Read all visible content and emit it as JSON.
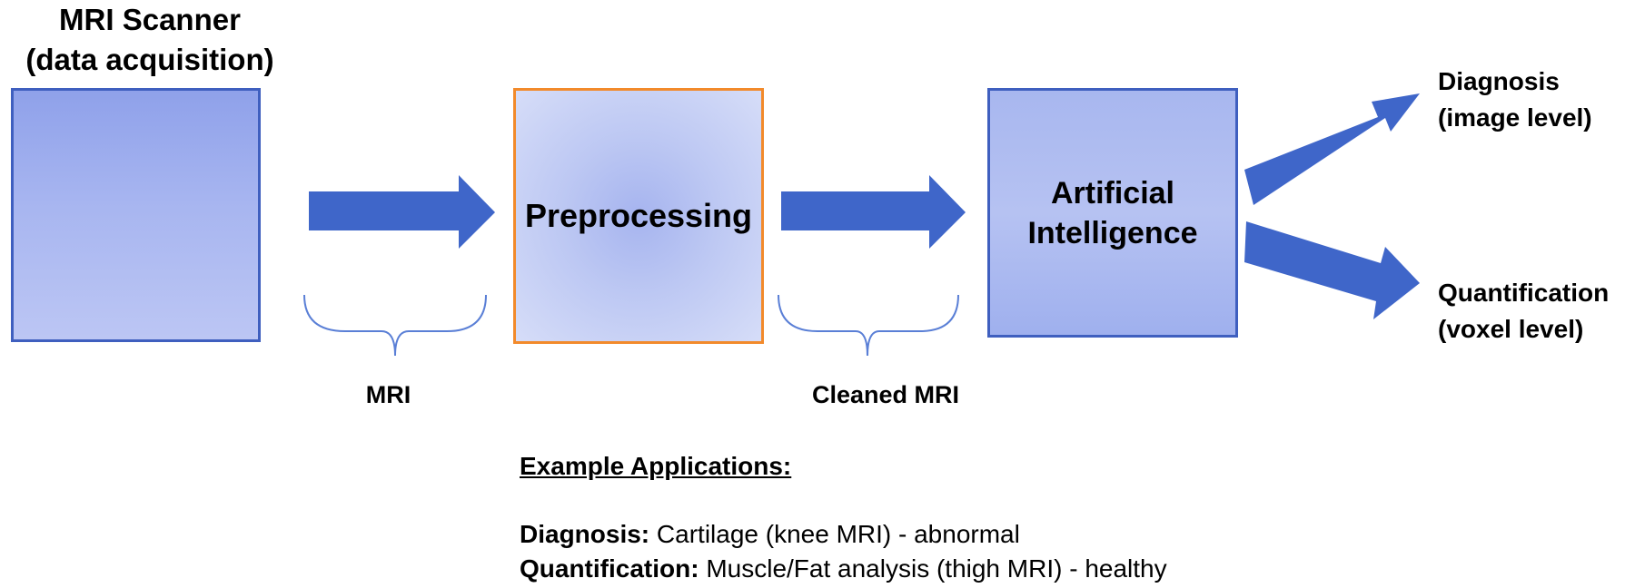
{
  "scanner": {
    "title_line1": "MRI Scanner",
    "title_line2": "(data acquisition)"
  },
  "preprocessing": {
    "label": "Preprocessing"
  },
  "ai": {
    "label_line1": "Artificial",
    "label_line2": "Intelligence"
  },
  "braces": {
    "mri": "MRI",
    "cleaned": "Cleaned MRI"
  },
  "outputs": {
    "diagnosis_line1": "Diagnosis",
    "diagnosis_line2": "(image level)",
    "quant_line1": "Quantification",
    "quant_line2": "(voxel level)"
  },
  "examples": {
    "heading": "Example Applications:",
    "diag_term": "Diagnosis:",
    "diag_text": " Cartilage (knee MRI) - abnormal",
    "quant_term": "Quantification:",
    "quant_text": " Muscle/Fat analysis (thigh MRI) - healthy"
  },
  "colors": {
    "arrow": "#3f66c9",
    "box_border": "#3f5fbf",
    "preprocess_border": "#f28a2b",
    "brace": "#5a7fd6",
    "scanner_shape": "#3f66c9"
  }
}
